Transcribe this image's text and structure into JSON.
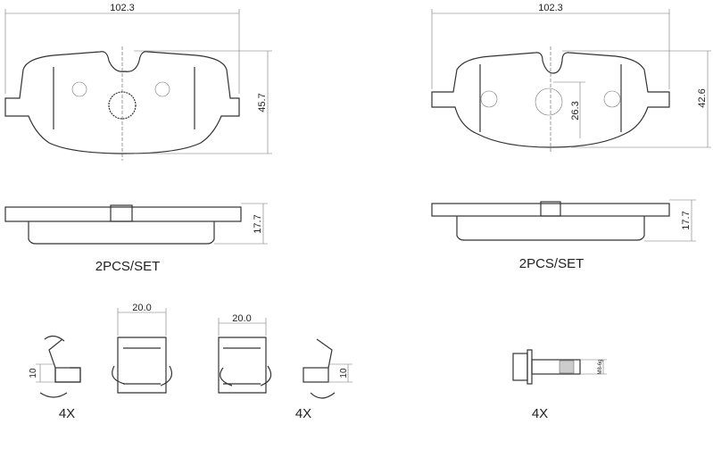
{
  "left_pad": {
    "width_dim": "102.3",
    "height_dim": "45.7",
    "thickness_dim": "17.7",
    "qty_label": "2PCS/SET"
  },
  "right_pad": {
    "width_dim": "102.3",
    "height_dim": "42.6",
    "center_dim": "26.3",
    "thickness_dim": "17.7",
    "qty_label": "2PCS/SET"
  },
  "accessories": {
    "clip_a": {
      "height_dim": "10",
      "qty": "4X"
    },
    "clip_b": {
      "width_dim_1": "20.0",
      "width_dim_2": "20.0",
      "height_dim": "10",
      "qty": "4X"
    },
    "bolt": {
      "thread_label": "M8-6g",
      "qty": "4X"
    }
  }
}
